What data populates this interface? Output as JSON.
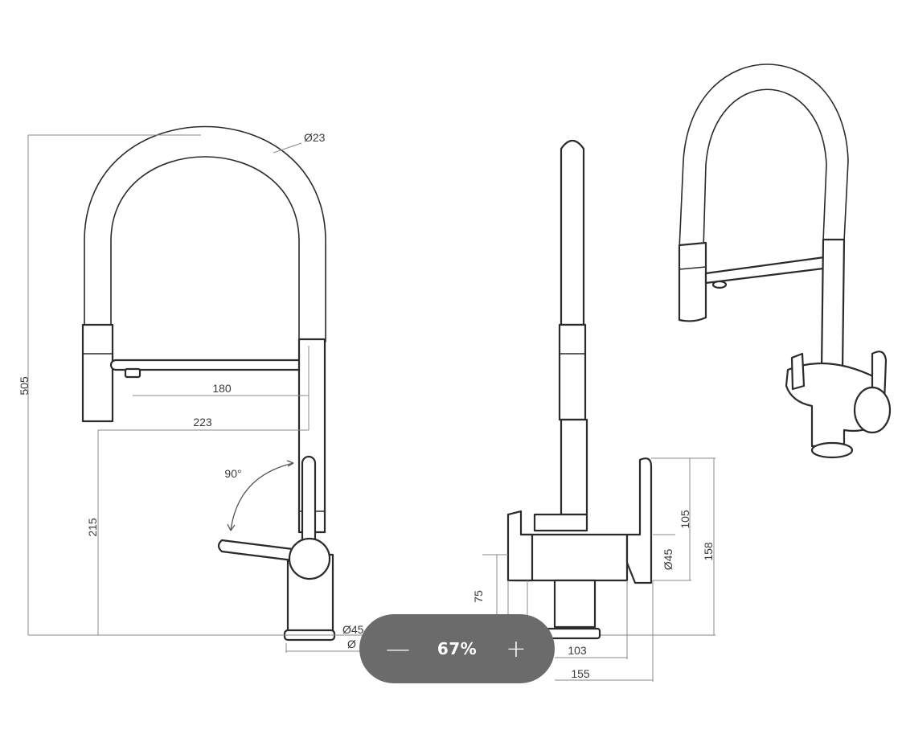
{
  "viewer": {
    "zoom_level": "67%",
    "zoom_out_icon": "minus-icon",
    "zoom_in_icon": "plus-icon"
  },
  "drawing": {
    "dimensions": {
      "hose_diameter": "Ø23",
      "total_height": "505",
      "spout_reach_inner": "180",
      "spout_reach_outer": "223",
      "lever_angle": "90°",
      "base_height": "215",
      "base_diameter_a": "Ø45",
      "base_diameter_b": "Ø",
      "side_base_diameter": "Ø45",
      "side_lever_height": "105",
      "side_total_lever_height": "158",
      "side_left_lever_height": "75",
      "side_width_inner": "103",
      "side_width_outer": "155"
    }
  }
}
